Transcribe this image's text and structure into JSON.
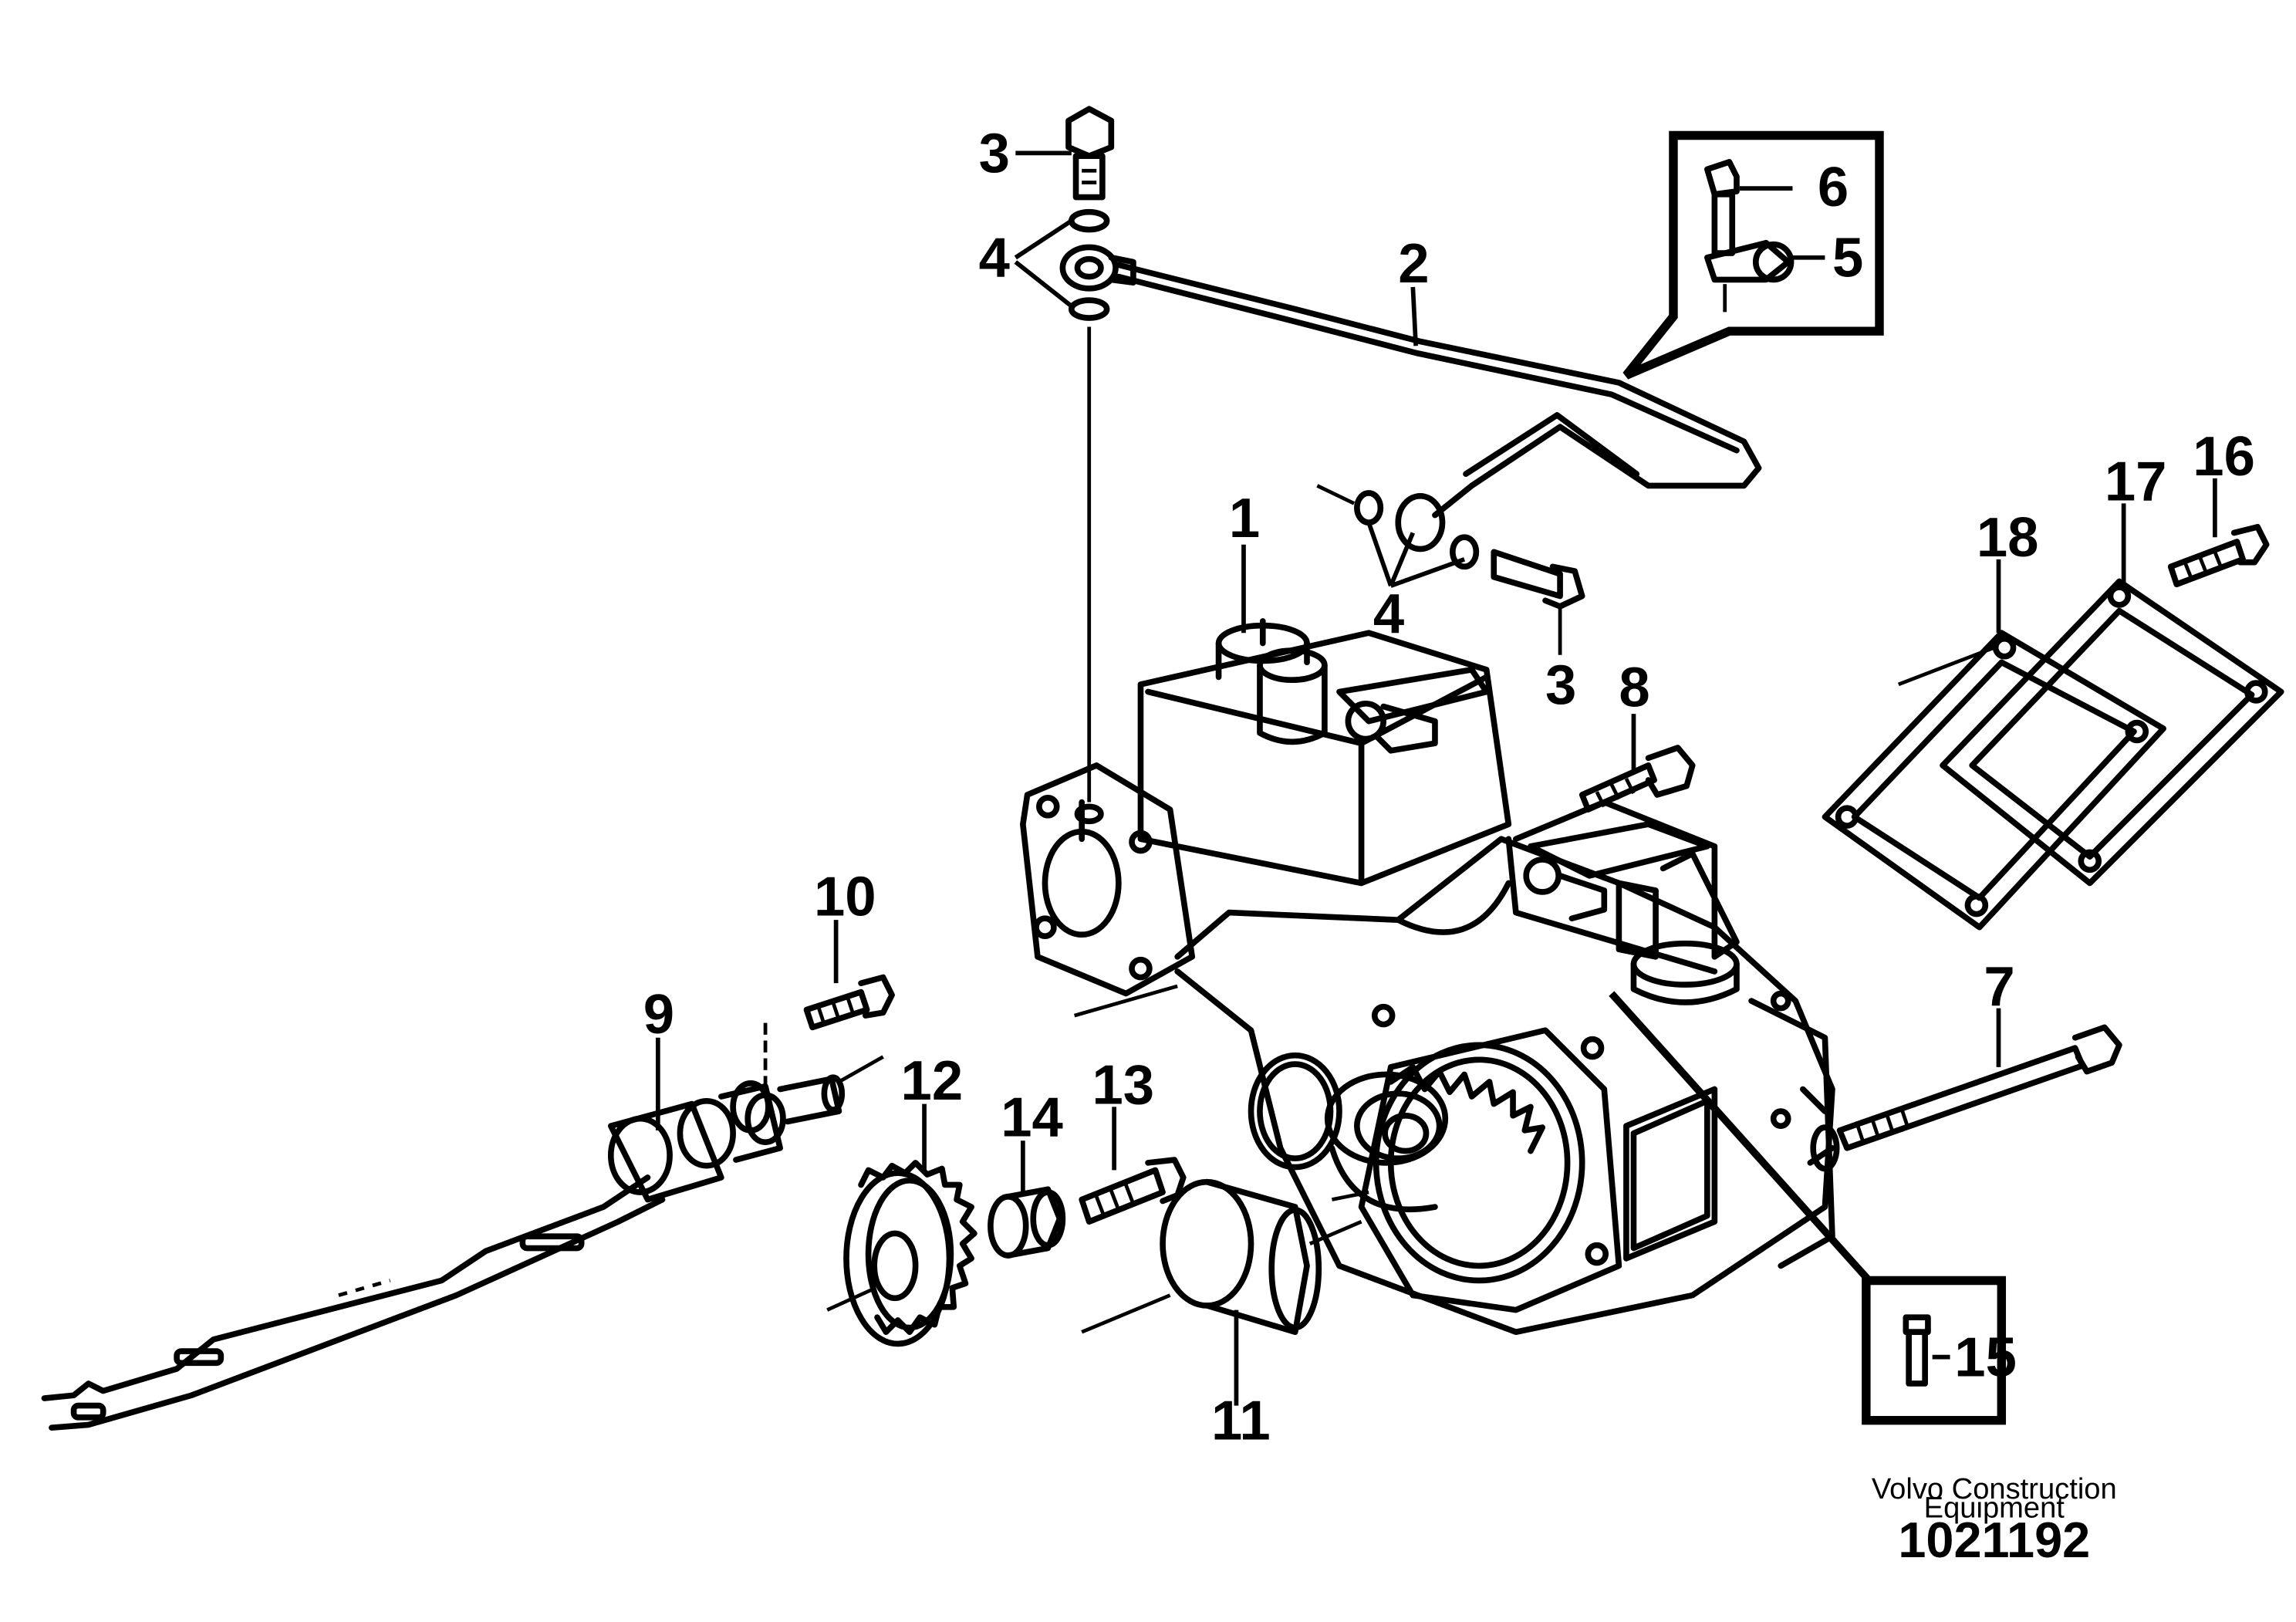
{
  "labels": {
    "l1": "1",
    "l2": "2",
    "l3a": "3",
    "l3b": "3",
    "l4a": "4",
    "l4b": "4",
    "l5": "5",
    "l6": "6",
    "l7": "7",
    "l8": "8",
    "l9": "9",
    "l10": "10",
    "l11": "11",
    "l12": "12",
    "l13": "13",
    "l14": "14",
    "l15": "15",
    "l16": "16",
    "l17": "17",
    "l18": "18"
  },
  "footer": {
    "brand_line1": "Volvo Construction",
    "brand_line2": "Equipment",
    "drawing_number": "1021192"
  }
}
